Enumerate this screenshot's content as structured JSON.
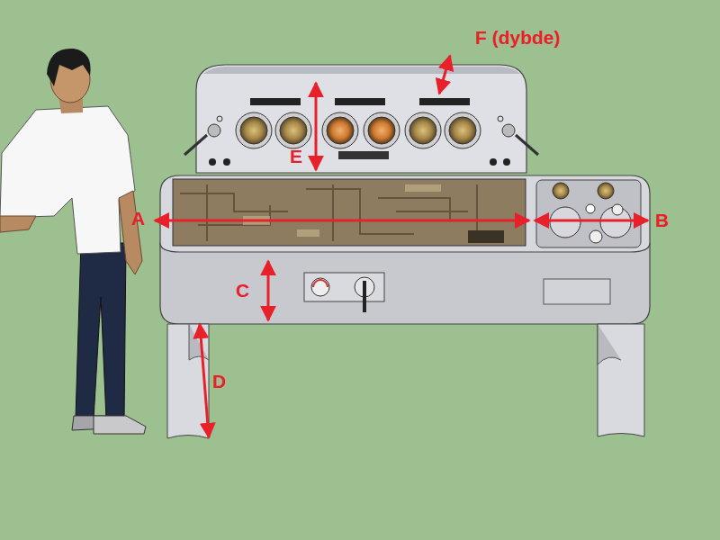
{
  "diagram": {
    "labels": [
      "F (dybde)",
      "E",
      "A",
      "B",
      "C",
      "D"
    ]
  }
}
